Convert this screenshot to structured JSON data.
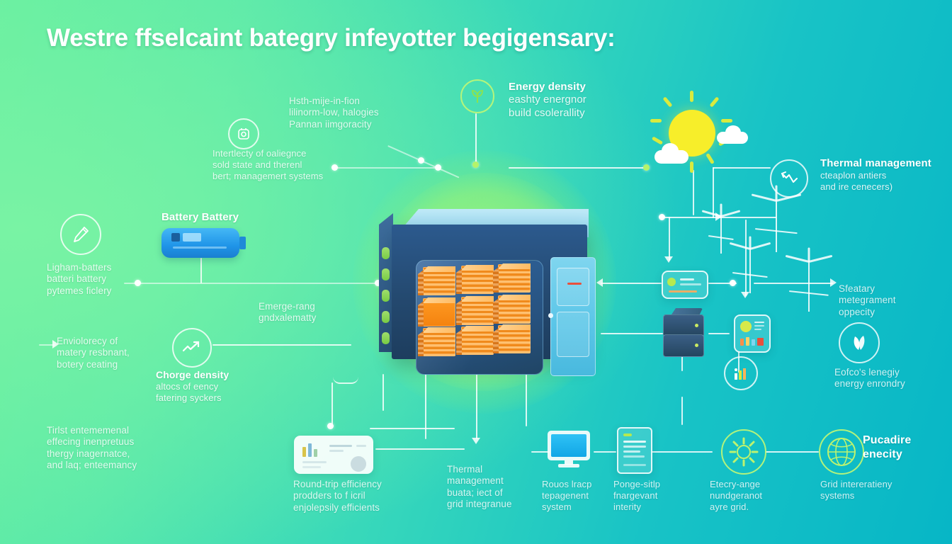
{
  "title": "Westre ffselcaint bategry infeyotter begigensary:",
  "palette": {
    "bg_left": "#66efa0",
    "bg_right": "#07b6c6",
    "halo_green": "#a0f564",
    "cabinet_body": "#24496f",
    "cabinet_lid": "#a3ddf2",
    "module_orange": "#f4820f",
    "sun_yellow": "#f7ee2a",
    "ray_green": "#d8ea3f",
    "text_white": "#ffffff",
    "monitor_blue": "#22b6ef",
    "vent_green": "#7fd63f"
  },
  "annotations": {
    "battery_cell_title": "Battery Battery",
    "lithium_block": {
      "line1": "Ligham-batters",
      "line2": "batteri battery",
      "line3": "pytemes ficlery"
    },
    "interop_block": {
      "line1": "Intertlecty of oaliegnce",
      "line2": "sold state and therenl",
      "line3": "bert; managemert systems"
    },
    "lithium_ion_block": {
      "line1": "Hsth-mije-in-fion",
      "line2": "lilinorm-low, halogies",
      "line3": "Pannan iimgoracity"
    },
    "energy_density": {
      "heading": "Energy density",
      "line2": "eashty energnor",
      "line3": "build csolerallity"
    },
    "thermal_management_right": {
      "heading": "Thermal management",
      "line2": "cteaplon antiers",
      "line3": "and ire cenecers)"
    },
    "safety_capacity": {
      "line1": "Sfeatary",
      "line2": "metegrament",
      "line3": "oppecity"
    },
    "eco_energy": {
      "line1": "Eofco's lenegiy",
      "line2": "energy enrondry"
    },
    "enviro_block": {
      "line1": "Enviolorecy of",
      "line2": "matery resbnant,",
      "line3": "botery ceating"
    },
    "charge_density": {
      "heading": "Chorge density",
      "line2": "altocs of eency",
      "line3": "fatering syckers"
    },
    "emerge_block": {
      "line1": "Emerge-rang",
      "line2": "gndxalematty"
    },
    "environmental_block": {
      "line1": "Tirlst entememenal",
      "line2": "effecing inenpretuus",
      "line3": "thergy  inagernatce,",
      "line4": "and laq; enteemancy"
    },
    "round_trip": {
      "line1": "Round-trip efficiency",
      "line2": "prodders to f icril",
      "line3": "enjolepsily efficients"
    },
    "thermal_bottom": {
      "line1": "Thermal",
      "line2": "management",
      "line3": "buata; iect of",
      "line4": "grid integranue"
    },
    "monitor_block": {
      "line1": "Rouos lracp",
      "line2": "tepagenent",
      "line3": "system"
    },
    "doc_block": {
      "line1": "Ponge-sitlp",
      "line2": "fnargevant",
      "line3": "interity"
    },
    "energy_mgmt_block": {
      "line1": "Etecry-ange",
      "line2": "nundgeranot",
      "line3": "ayre grid."
    },
    "grid_interop": {
      "heading": "Pucadire enecity",
      "line2": "Grid intereratieny",
      "line3": "systems"
    }
  },
  "icons": {
    "pen": "pen-icon",
    "shield_camera": "shield-lock-icon",
    "plant": "plant-sprout-icon",
    "trend": "trend-arrow-icon",
    "thermal": "thermal-arrow-icon",
    "leaf": "leaf-icon",
    "bars": "bar-chart-icon",
    "gear_sun": "gear-radial-icon",
    "globe": "globe-grid-icon",
    "sun": "sun-icon",
    "cloud": "cloud-icon",
    "monitor": "monitor-icon",
    "document": "document-icon",
    "server": "server-rack-icon",
    "turbine": "wind-turbine-icon",
    "battery_cell": "battery-cell-icon",
    "cabinet": "battery-cabinet-icon"
  }
}
